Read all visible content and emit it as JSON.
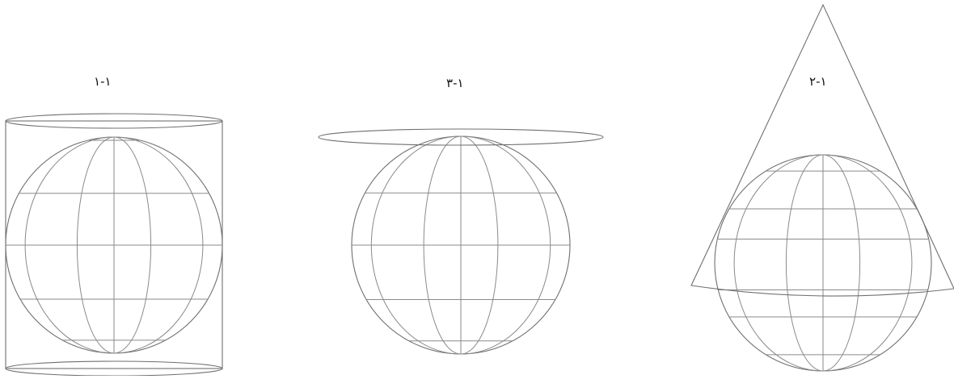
{
  "figures": [
    {
      "label": "١-١",
      "projection": "cylinder"
    },
    {
      "label": "١-٣",
      "projection": "plane"
    },
    {
      "label": "١-٢",
      "projection": "cone"
    }
  ],
  "colors": {
    "stroke": "#8a8a8a",
    "outline": "#6f6f6f",
    "background": "#ffffff"
  }
}
